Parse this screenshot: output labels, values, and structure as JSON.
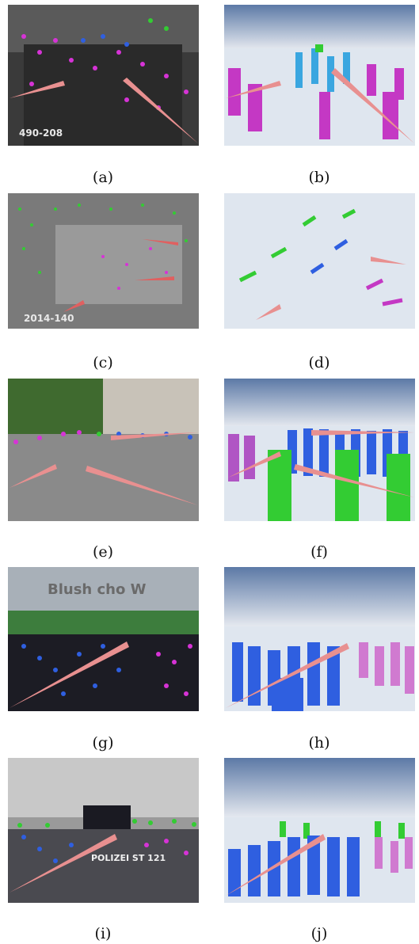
{
  "figure": {
    "panels": [
      {
        "id": "a",
        "caption": "(a)",
        "kind": "photo",
        "overlay_text": "490-208"
      },
      {
        "id": "b",
        "caption": "(b)",
        "kind": "render"
      },
      {
        "id": "c",
        "caption": "(c)",
        "kind": "photo",
        "overlay_text": "2014-140"
      },
      {
        "id": "d",
        "caption": "(d)",
        "kind": "render"
      },
      {
        "id": "e",
        "caption": "(e)",
        "kind": "photo"
      },
      {
        "id": "f",
        "caption": "(f)",
        "kind": "render"
      },
      {
        "id": "g",
        "caption": "(g)",
        "kind": "photo",
        "overlay_text": "Blush cho W"
      },
      {
        "id": "h",
        "caption": "(h)",
        "kind": "render"
      },
      {
        "id": "i",
        "caption": "(i)",
        "kind": "photo",
        "overlay_text": "POLIZEI ST 121"
      },
      {
        "id": "j",
        "caption": "(j)",
        "kind": "render"
      }
    ],
    "colors": {
      "magenta": "#d633d6",
      "blue": "#2f5fe0",
      "light_blue": "#3aa6e0",
      "green": "#33cc33",
      "pink": "#e070e0",
      "arrow": "#e05050"
    }
  }
}
